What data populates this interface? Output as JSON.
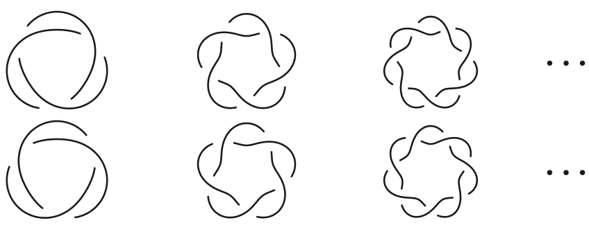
{
  "figure": {
    "background": "#ffffff",
    "stroke_color": "#1a1a1a",
    "rows": [
      {
        "name": "upper-row",
        "knots": [
          {
            "name": "knot-3-1-upper",
            "crossings": 3
          },
          {
            "name": "knot-5-1-upper",
            "crossings": 5
          },
          {
            "name": "knot-7-1-upper",
            "crossings": 7
          }
        ],
        "continuation": "• • •"
      },
      {
        "name": "lower-row",
        "knots": [
          {
            "name": "knot-3-1-lower",
            "crossings": 3
          },
          {
            "name": "knot-5-1-lower",
            "crossings": 5
          },
          {
            "name": "knot-7-1-lower",
            "crossings": 7
          }
        ],
        "continuation": "• • •"
      }
    ]
  }
}
